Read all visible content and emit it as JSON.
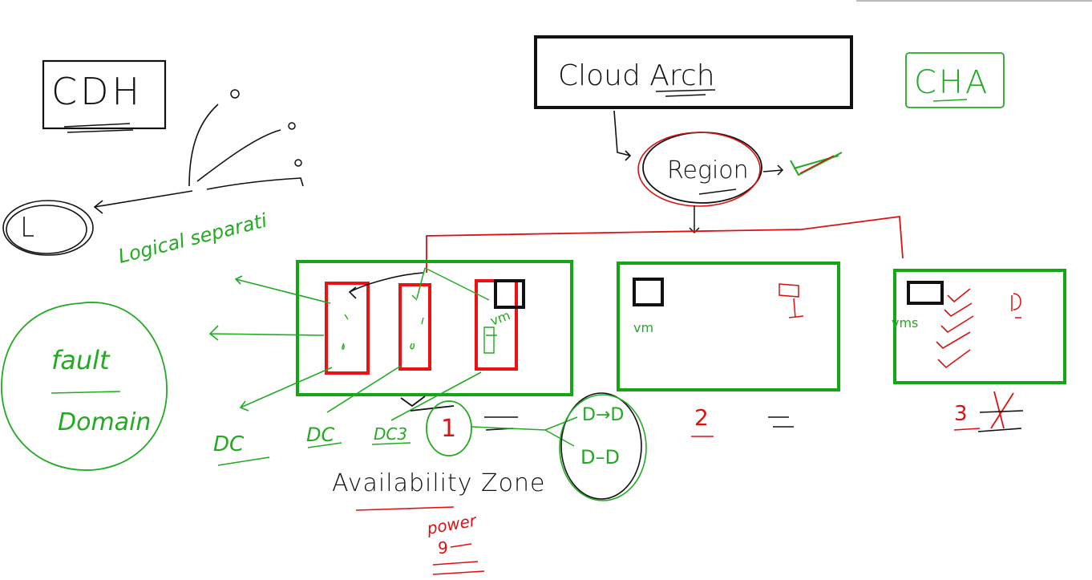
{
  "colors": {
    "black_ink": "#111111",
    "green_ink": "#22aa22",
    "red_ink": "#dd1111",
    "az_box": "#11a811",
    "dc_box": "#ee1111"
  },
  "labels": {
    "cdh": "CDH",
    "cloud_arch": "Cloud Arch",
    "cha": "CHA",
    "region": "Region",
    "logical_separation": "Logical separati",
    "fault_domain_line1": "fault",
    "fault_domain_line2": "Domain",
    "dc1": "DC",
    "dc2": "DC",
    "dc3": "DC3",
    "az1_num": "1",
    "az2_num": "2",
    "az3_num": "3",
    "availability_zone": "Availability Zone",
    "power": "power",
    "power_sub": "9",
    "vm_az1": "vm",
    "vm_az2": "vm",
    "vm_az3": "vms",
    "d_to_d_1": "D→D",
    "d_to_d_2": "D–D"
  }
}
